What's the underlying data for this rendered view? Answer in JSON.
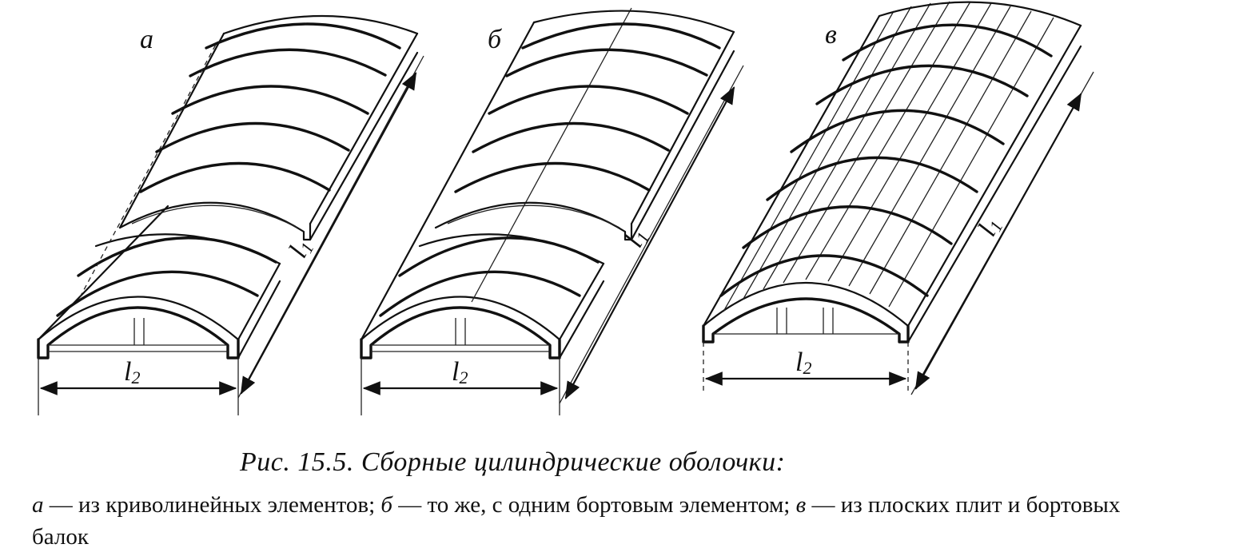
{
  "panels": {
    "a": {
      "letter": "а",
      "l1": "l",
      "l1_sub": "1",
      "l2": "l",
      "l2_sub": "2"
    },
    "b": {
      "letter": "б",
      "l1": "l",
      "l1_sub": "1",
      "l2": "l",
      "l2_sub": "2"
    },
    "c": {
      "letter": "в",
      "l1": "l",
      "l1_sub": "1",
      "l2": "l",
      "l2_sub": "2"
    }
  },
  "caption": {
    "title": "Рис. 15.5. Сборные цилиндрические оболочки:",
    "item_a_letter": "а",
    "item_a_text": " — из криволинейных элементов; ",
    "item_b_letter": "б",
    "item_b_text": " — то же, с одним бортовым элементом; ",
    "item_c_letter": "в",
    "item_c_text": " — из плоских плит и бортовых балок"
  }
}
